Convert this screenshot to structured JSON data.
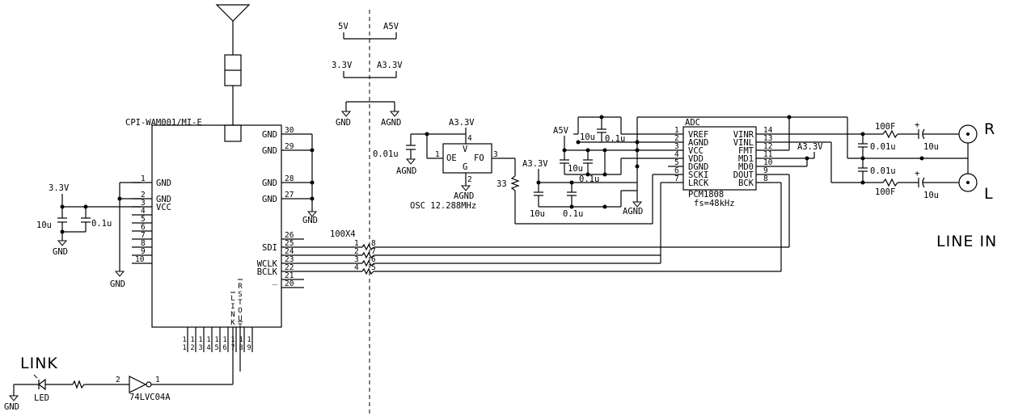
{
  "module": {
    "title": "CPI-WAM001/MI-E",
    "left_pins": [
      {
        "num": "1",
        "name": "GND"
      },
      {
        "num": "2",
        "name": "GND"
      },
      {
        "num": "3",
        "name": "VCC"
      },
      {
        "num": "4",
        "name": ""
      },
      {
        "num": "5",
        "name": ""
      },
      {
        "num": "6",
        "name": ""
      },
      {
        "num": "7",
        "name": ""
      },
      {
        "num": "8",
        "name": ""
      },
      {
        "num": "9",
        "name": ""
      },
      {
        "num": "10",
        "name": ""
      }
    ],
    "right_pins": [
      {
        "num": "30",
        "name": "GND"
      },
      {
        "num": "29",
        "name": "GND"
      },
      {
        "num": "28",
        "name": "GND"
      },
      {
        "num": "27",
        "name": "GND"
      },
      {
        "num": "26",
        "name": ""
      },
      {
        "num": "25",
        "name": "SDI"
      },
      {
        "num": "24",
        "name": ""
      },
      {
        "num": "23",
        "name": "WCLK"
      },
      {
        "num": "22",
        "name": "BCLK"
      },
      {
        "num": "21",
        "name": "_"
      },
      {
        "num": "20",
        "name": ""
      }
    ],
    "bottom_pins": [
      "11",
      "12",
      "13",
      "14",
      "15",
      "16",
      "17",
      "18",
      "19"
    ],
    "vertical_labels": {
      "link": "LINK",
      "rstout": "RSTOUT"
    }
  },
  "power": {
    "v33": "3.3V",
    "gnd": "GND",
    "c1": "10u",
    "c2": "0.1u"
  },
  "separator": {
    "pairs": [
      [
        "5V",
        "A5V"
      ],
      [
        "3.3V",
        "A3.3V"
      ],
      [
        "GND",
        "AGND"
      ]
    ]
  },
  "osc": {
    "supply": "A3.3V",
    "cap": "0.01u",
    "gnd_left": "AGND",
    "gnd_bottom": "AGND",
    "pin_oe": "OE",
    "pin_fo": "FO",
    "pin_v": "V",
    "pin_g": "G",
    "pin1": "1",
    "pin2": "2",
    "pin3": "3",
    "pin4": "4",
    "label": "OSC 12.288MHz",
    "resistor": "33"
  },
  "resnet": {
    "label": "100X4",
    "left": [
      "1",
      "2",
      "3",
      "4"
    ],
    "right": [
      "8",
      "7",
      "6",
      "5"
    ]
  },
  "adc": {
    "header": "ADC",
    "name": "PCM1808",
    "fs": "fs=48kHz",
    "left_pins": [
      {
        "num": "1",
        "name": "VREF"
      },
      {
        "num": "2",
        "name": "AGND"
      },
      {
        "num": "3",
        "name": "VCC"
      },
      {
        "num": "4",
        "name": "VDD"
      },
      {
        "num": "5",
        "name": "DGND"
      },
      {
        "num": "6",
        "name": "SCKI"
      },
      {
        "num": "7",
        "name": "LRCK"
      }
    ],
    "right_pins": [
      {
        "num": "14",
        "name": "VINR"
      },
      {
        "num": "13",
        "name": "VINL"
      },
      {
        "num": "12",
        "name": "FMT"
      },
      {
        "num": "11",
        "name": "MD1"
      },
      {
        "num": "10",
        "name": "MD0"
      },
      {
        "num": "9",
        "name": "DOUT"
      },
      {
        "num": "8",
        "name": "BCK"
      }
    ],
    "a5v": "A5V",
    "a33v_left": "A3.3V",
    "a33v_right": "A3.3V",
    "agnd": "AGND",
    "caps": {
      "c10u_top": "10u",
      "c01u_top": "0.1u",
      "c10u_mid": "10u",
      "c01u_mid": "0.1u",
      "c10u_bot": "10u",
      "c01u_bot": "0.1u"
    }
  },
  "input": {
    "r_top": "100F",
    "r_bot": "100F",
    "c_top": "0.01u",
    "c_bot": "0.01u",
    "cap_top": "10u",
    "cap_bot": "10u",
    "plus": "+",
    "r_label": "R",
    "l_label": "L",
    "line_in": "LINE IN"
  },
  "link": {
    "title": "LINK",
    "led": "LED",
    "gnd": "GND",
    "inverter": "74LVC04A",
    "pin_in": "2",
    "pin_out": "1"
  }
}
